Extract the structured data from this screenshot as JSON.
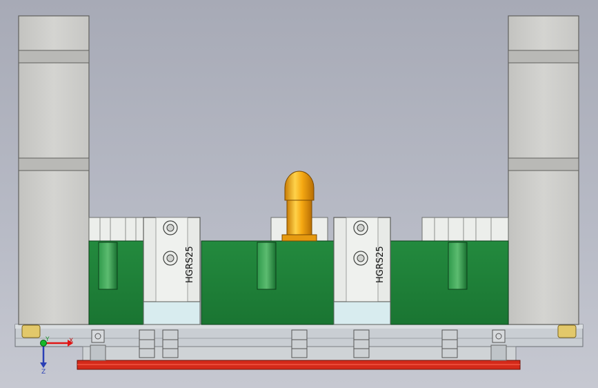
{
  "model": {
    "gripper_labels": [
      "HGRS25",
      "HGRS25"
    ]
  },
  "triad": {
    "x_label": "X",
    "y_label": "Y",
    "z_label": "Z"
  },
  "colors": {
    "background": "#b3b6c1",
    "pillar": "#cfcfcc",
    "green_block": "#1e7f38",
    "gripper_body": "#e7e9e6",
    "gold_pin": "#f0a510",
    "red_plate": "#d42a1a",
    "glass_base": "#c7cdd2"
  }
}
